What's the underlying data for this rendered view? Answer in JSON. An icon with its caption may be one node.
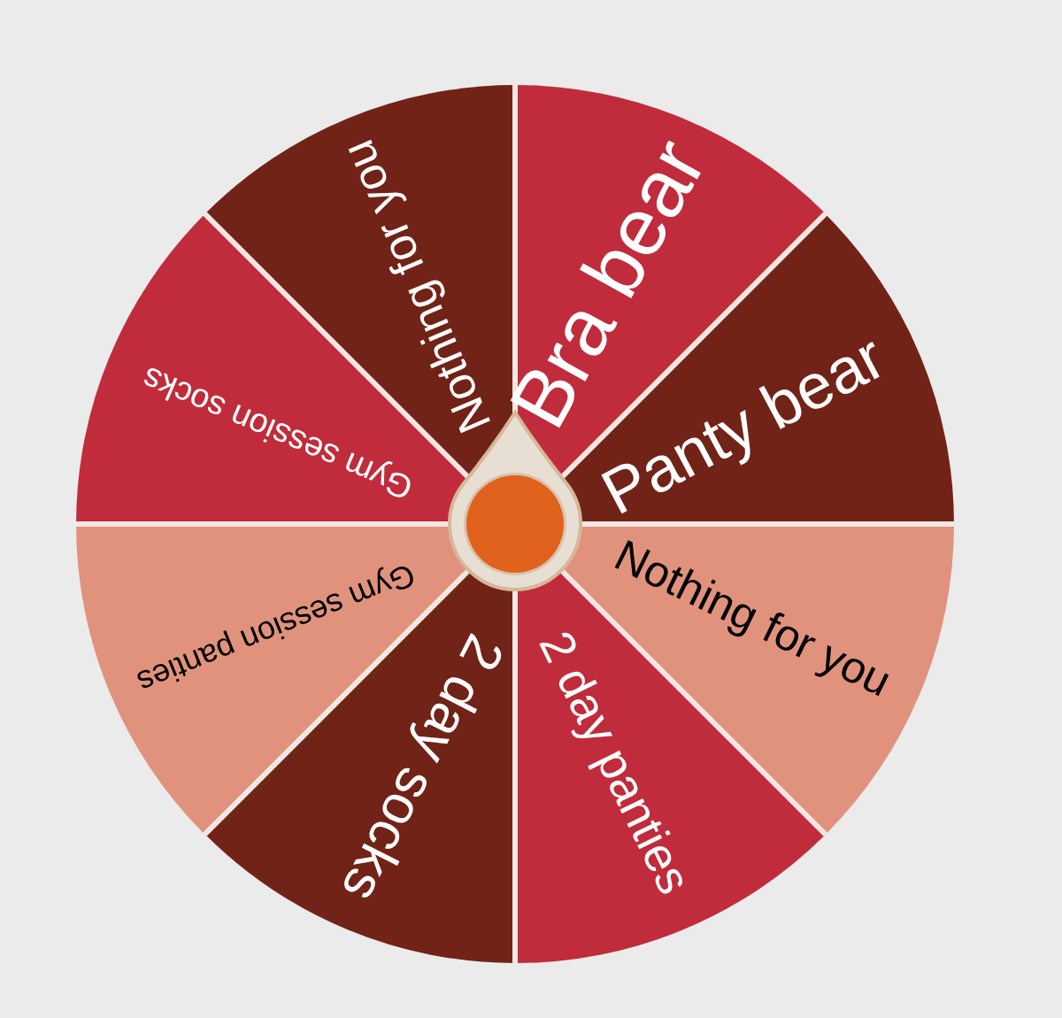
{
  "diagram": {
    "nodes": [
      {
        "text": [
          "Bra bear"
        ]
      },
      {
        "text": [
          "Panty bear"
        ]
      },
      {
        "text": [
          "Nothing for you"
        ]
      },
      {
        "text": [
          "2 day panties"
        ]
      },
      {
        "text": [
          "2 day socks"
        ]
      },
      {
        "text": [
          "Gym session panties"
        ]
      },
      {
        "text": [
          "Gym session socks"
        ]
      },
      {
        "text": [
          "Nothing for you"
        ]
      }
    ]
  }
}
